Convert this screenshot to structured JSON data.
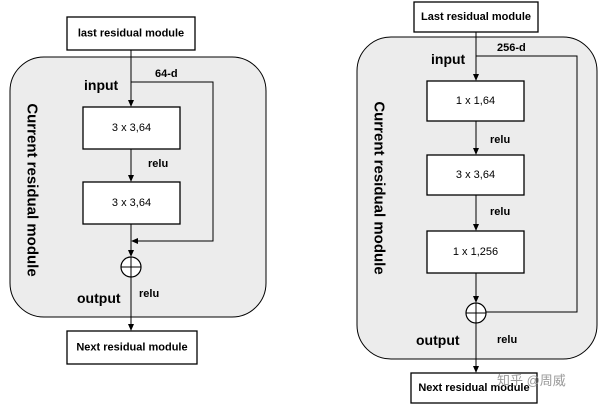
{
  "left": {
    "module_title": "Current residual module",
    "top_box": "last residual module",
    "input_label": "input",
    "dim_label": "64-d",
    "layers": [
      "3 x 3,64",
      "3 x 3,64"
    ],
    "activations": [
      "relu"
    ],
    "output_label": "output",
    "output_activation": "relu",
    "bottom_box": "Next residual module"
  },
  "right": {
    "module_title": "Current residual module",
    "top_box": "Last residual module",
    "input_label": "input",
    "dim_label": "256-d",
    "layers": [
      "1 x 1,64",
      "3 x 3,64",
      "1 x 1,256"
    ],
    "activations": [
      "relu",
      "relu"
    ],
    "output_label": "output",
    "output_activation": "relu",
    "bottom_box": "Next residual module"
  },
  "watermark": "知乎 @周威"
}
